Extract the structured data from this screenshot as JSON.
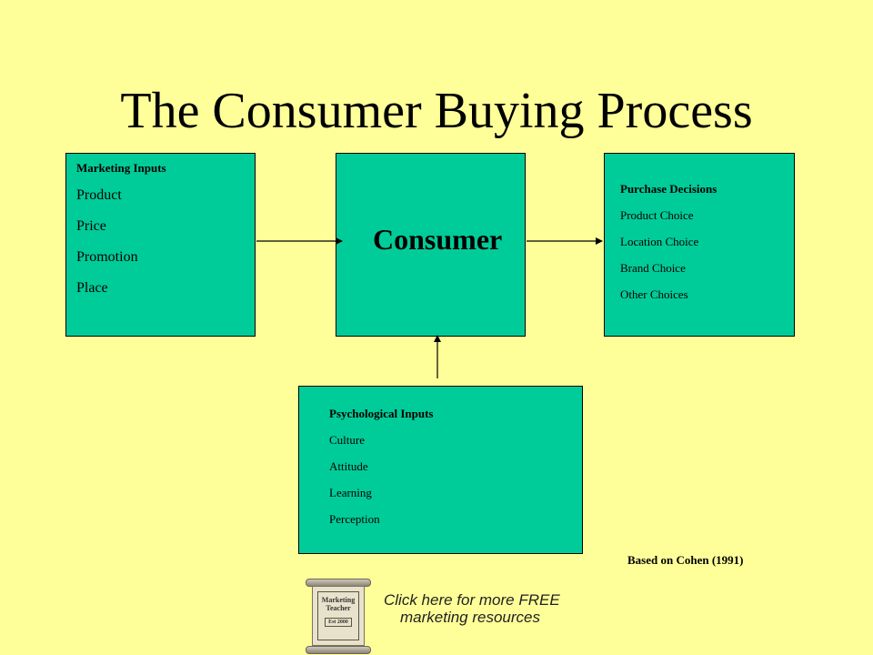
{
  "title": "The Consumer Buying Process",
  "marketing_inputs": {
    "heading": "Marketing Inputs",
    "items": [
      "Product",
      "Price",
      "Promotion",
      "Place"
    ]
  },
  "consumer": {
    "label": "Consumer"
  },
  "purchase_decisions": {
    "heading": "Purchase Decisions",
    "items": [
      "Product Choice",
      "Location Choice",
      "Brand Choice",
      "Other Choices"
    ]
  },
  "psychological_inputs": {
    "heading": "Psychological Inputs",
    "items": [
      "Culture",
      "Attitude",
      "Learning",
      "Perception"
    ]
  },
  "credit": "Based on Cohen (1991)",
  "banner": {
    "logo_line1": "Marketing",
    "logo_line2": "Teacher",
    "logo_est": "Est 2000",
    "text_line1": "Click here for more FREE",
    "text_line2": "marketing resources"
  },
  "colors": {
    "background": "#ffff99",
    "box_fill": "#00cc99",
    "border": "#000000"
  }
}
